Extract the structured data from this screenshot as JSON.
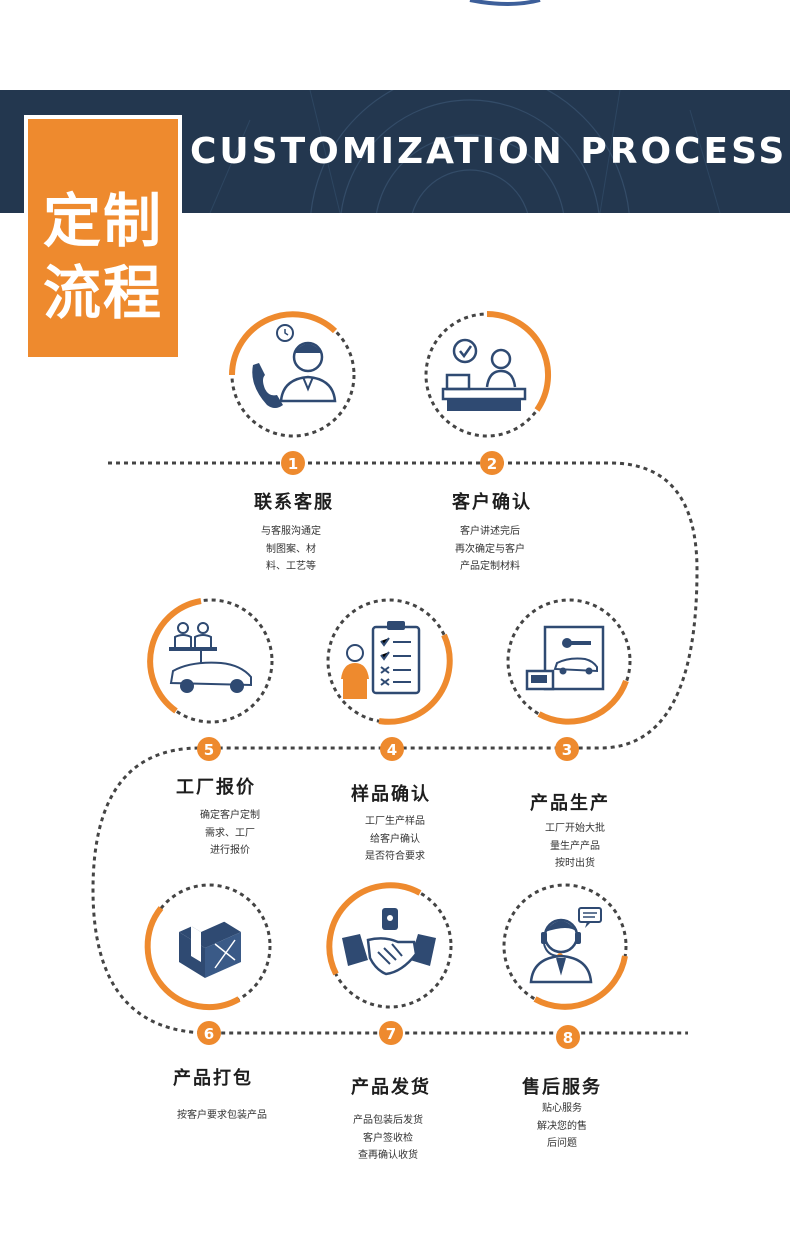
{
  "header": {
    "title_en": "CUSTOMIZATION PROCESS",
    "title_cn_line1": "定制",
    "title_cn_line2": "流程"
  },
  "colors": {
    "navy": "#23374f",
    "orange": "#ee8a2e",
    "icon_blue": "#2f4a72",
    "dots": "#444444"
  },
  "steps": [
    {
      "number": "1",
      "title": "联系客服",
      "desc": [
        "与客服沟通定",
        "制图案、材",
        "料、工艺等"
      ],
      "icon": "phone-support-icon"
    },
    {
      "number": "2",
      "title": "客户确认",
      "desc": [
        "客户讲述完后",
        "再次确定与客户",
        "产品定制材料"
      ],
      "icon": "reception-desk-icon"
    },
    {
      "number": "3",
      "title": "产品生产",
      "desc": [
        "工厂开始大批",
        "量生产产品",
        "按时出货"
      ],
      "icon": "production-board-icon"
    },
    {
      "number": "4",
      "title": "样品确认",
      "desc": [
        "工厂生产样品",
        "给客户确认",
        "是否符合要求"
      ],
      "icon": "checklist-icon"
    },
    {
      "number": "5",
      "title": "工厂报价",
      "desc": [
        "确定客户定制",
        "需求、工厂",
        "进行报价"
      ],
      "icon": "car-quote-icon"
    },
    {
      "number": "6",
      "title": "产品打包",
      "desc": [
        "按客户要求包装产品"
      ],
      "icon": "package-box-icon"
    },
    {
      "number": "7",
      "title": "产品发货",
      "desc": [
        "产品包装后发货",
        "客户签收检",
        "查再确认收货"
      ],
      "icon": "handshake-icon"
    },
    {
      "number": "8",
      "title": "售后服务",
      "desc": [
        "贴心服务",
        "解决您的售",
        "后问题"
      ],
      "icon": "headset-agent-icon"
    }
  ]
}
